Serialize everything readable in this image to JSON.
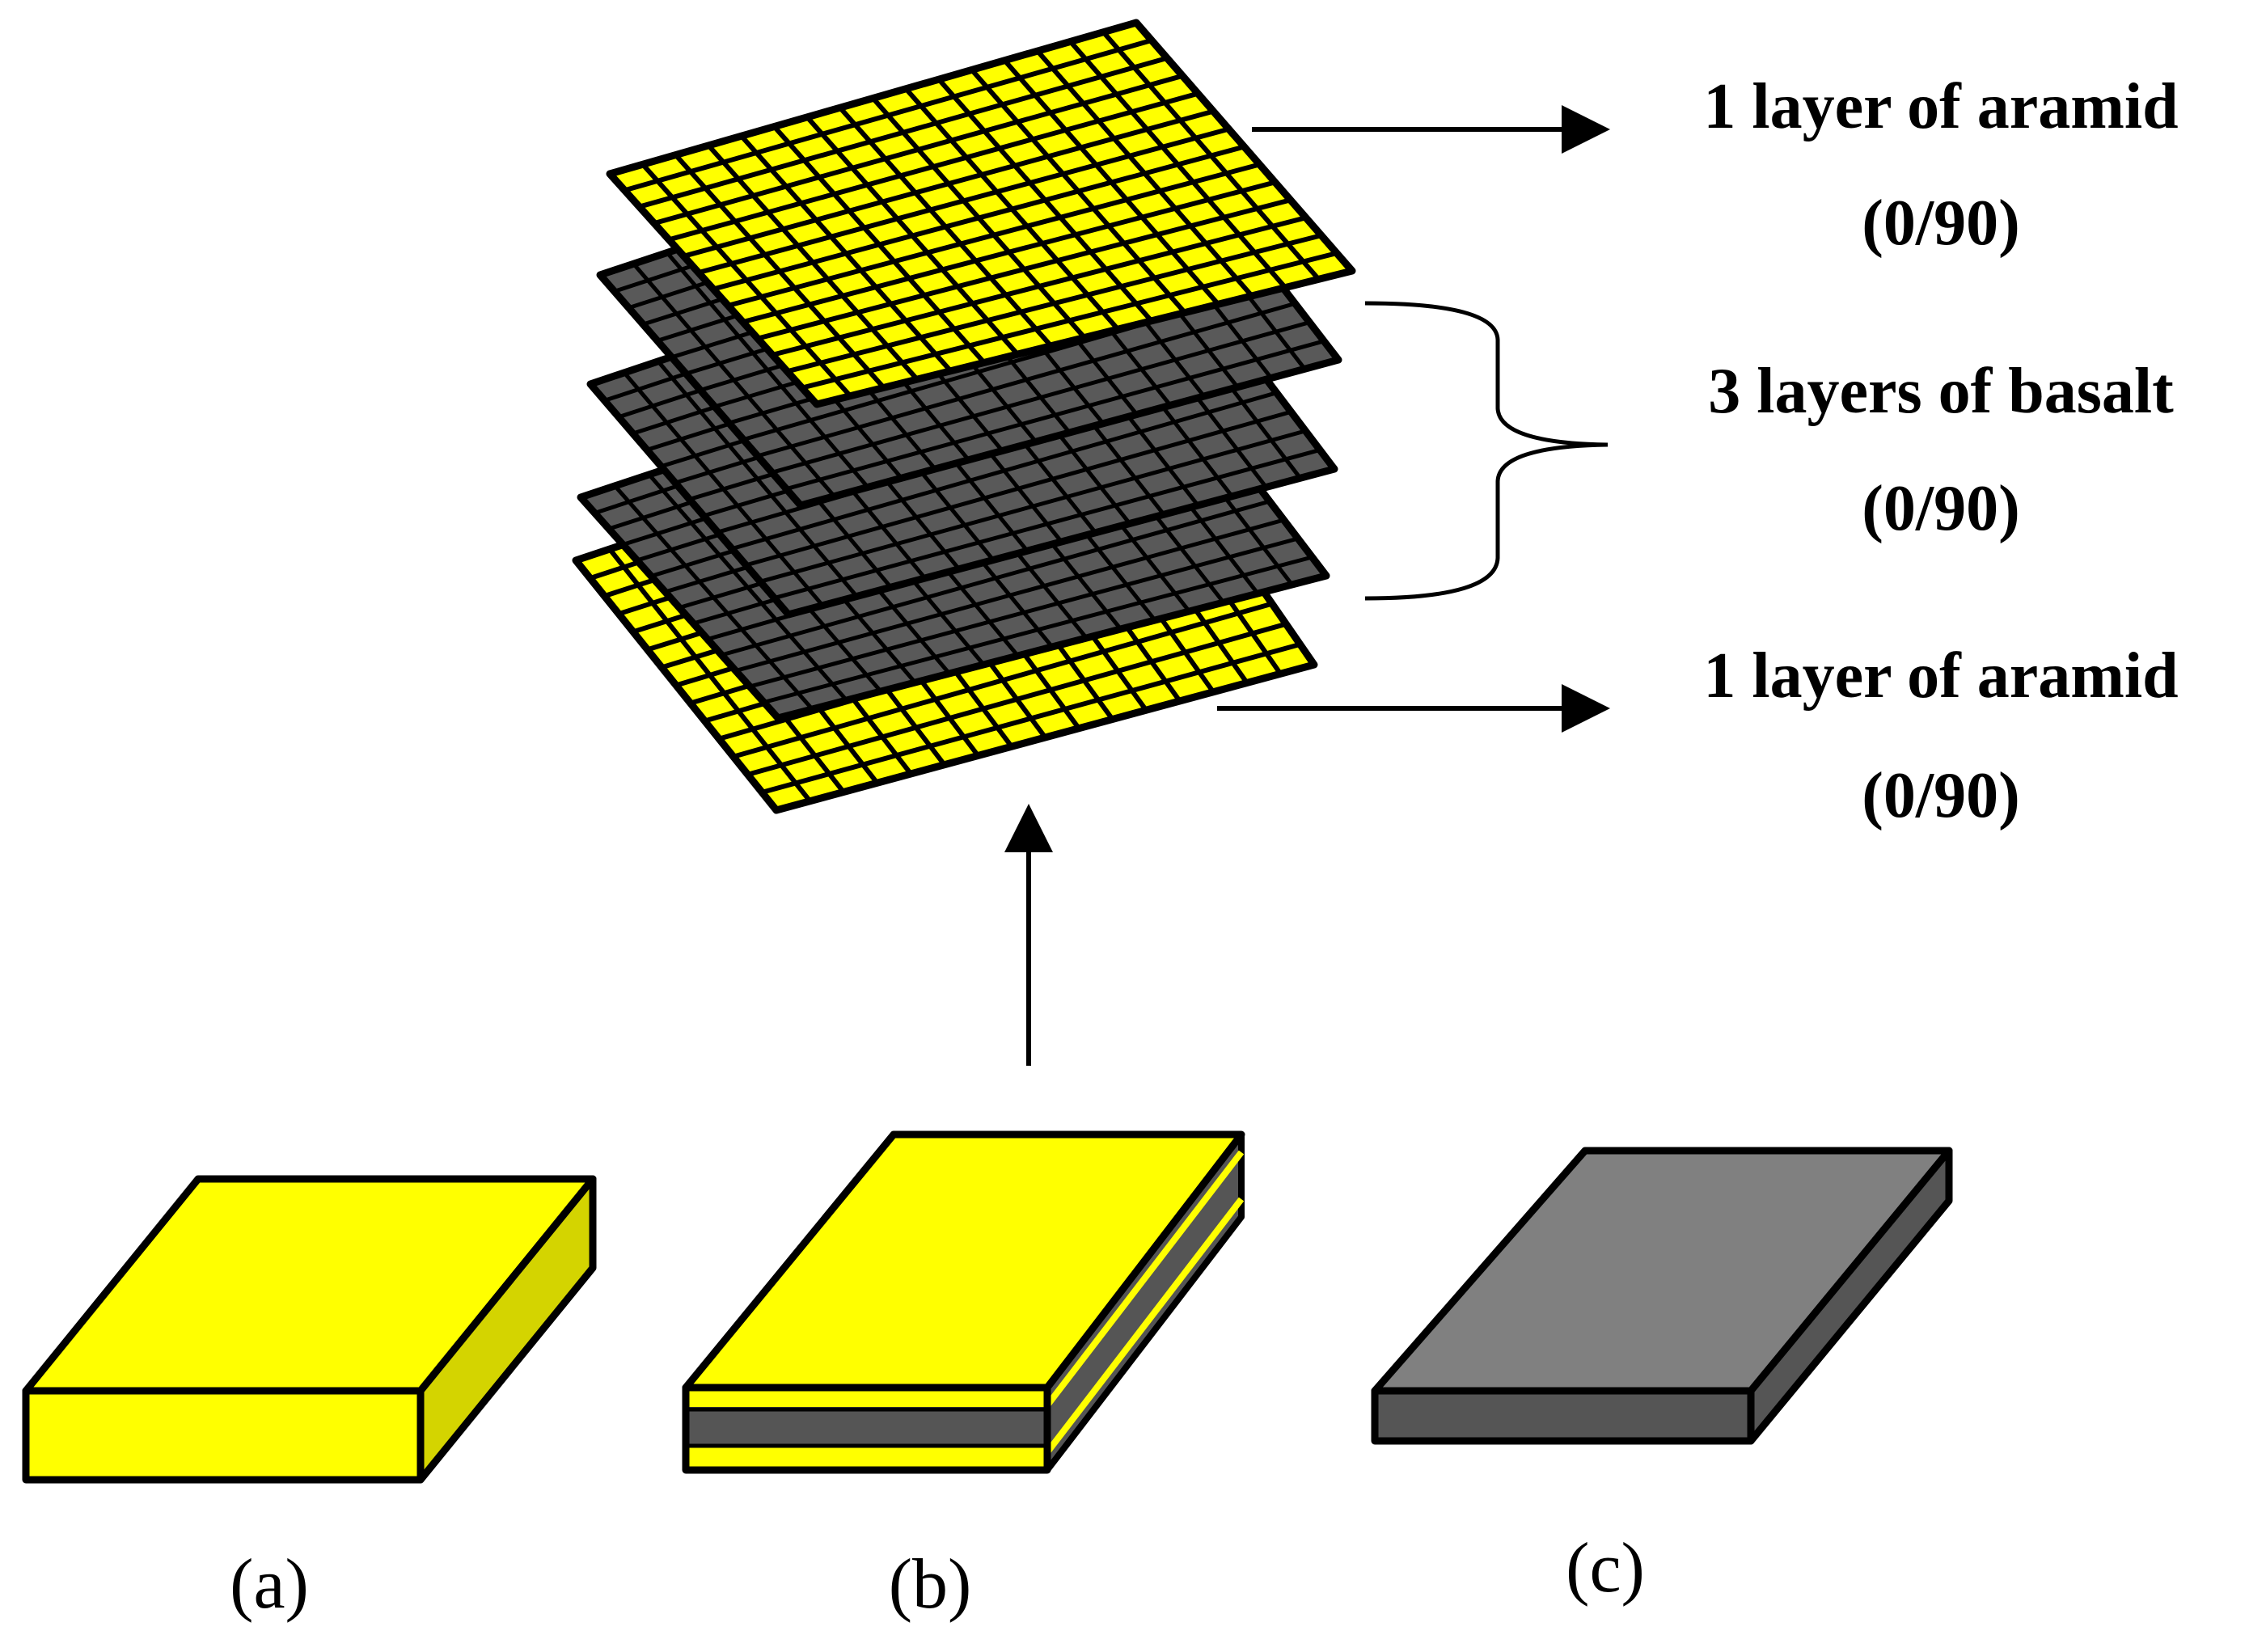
{
  "colors": {
    "aramid": "#ffff00",
    "aramid_side": "#d4d400",
    "basalt": "#595959",
    "basalt_panel": "#808080",
    "basalt_side": "#555555",
    "outline": "#000000"
  },
  "labels": {
    "top_aramid": {
      "line1": "1 layer of aramid",
      "line2": "(0/90)"
    },
    "basalt": {
      "line1": "3 layers of basalt",
      "line2": "(0/90)"
    },
    "bottom_aramid": {
      "line1": "1 layer of aramid",
      "line2": "(0/90)"
    }
  },
  "panels": [
    {
      "caption": "(a)",
      "material": "aramid"
    },
    {
      "caption": "(b)",
      "material": "hybrid"
    },
    {
      "caption": "(c)",
      "material": "basalt"
    }
  ],
  "stack": {
    "order_bottom_to_top": [
      "aramid",
      "basalt",
      "basalt",
      "basalt",
      "aramid"
    ],
    "icons": [
      "up-arrow-icon",
      "right-arrow-icon",
      "curly-brace-icon"
    ]
  }
}
